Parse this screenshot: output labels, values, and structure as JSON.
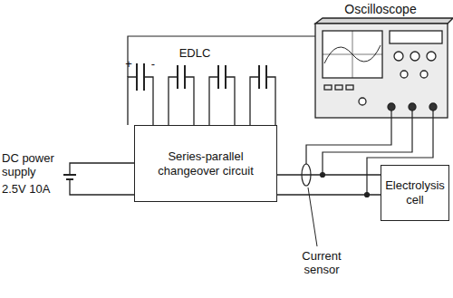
{
  "diagram": {
    "nodes": [
      {
        "text": [
          "Series-parallel changeover circuit"
        ]
      },
      {
        "text": [
          "Electrolysis cell"
        ]
      }
    ],
    "edges": [
      {
        "from": 0,
        "to": 1,
        "arrow": "none"
      },
      {
        "from": 0,
        "to": 1,
        "arrow": "none"
      }
    ],
    "labels": [
      "Oscilloscope",
      "EDLC",
      "+",
      "-",
      "DC power supply",
      "2.5V 10A",
      "Current sensor"
    ]
  }
}
